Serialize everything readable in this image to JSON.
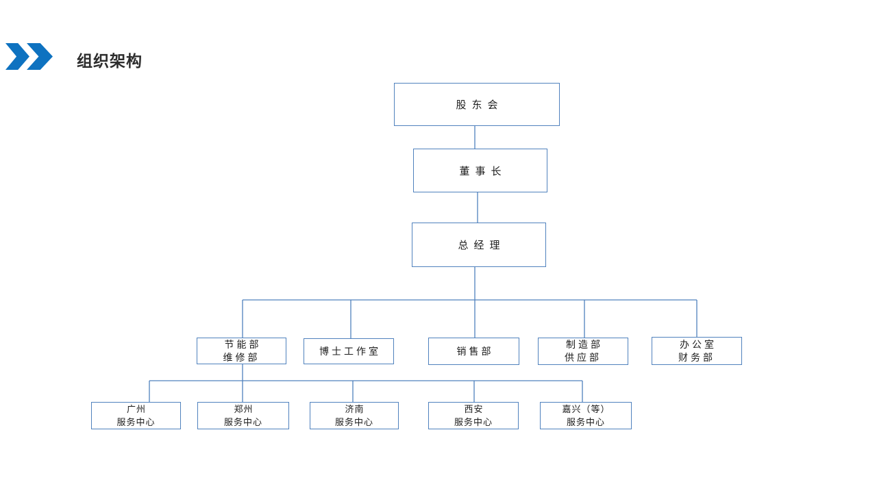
{
  "slide": {
    "title": "组织架构",
    "icon": {
      "name": "double-chevron-right",
      "color": "#0e72c0"
    },
    "colors": {
      "accent_blue": "#0e72c0",
      "box_border": "#4f81bd",
      "connector": "#4f81bd",
      "text": "#1c1c1c",
      "background": "#ffffff"
    },
    "org_chart": {
      "nodes": {
        "shareholders": {
          "label": "股东会"
        },
        "chairman": {
          "label": "董事长"
        },
        "gm": {
          "label": "总经理"
        },
        "energy_maintenance": {
          "label": "节能部\n维修部"
        },
        "doctor_studio": {
          "label": "博士工作室"
        },
        "sales": {
          "label": "销售部"
        },
        "manufacturing_supply": {
          "label": "制造部\n供应部"
        },
        "office_finance": {
          "label": "办公室\n财务部"
        },
        "guangzhou": {
          "label": "广州\n服务中心"
        },
        "zhengzhou": {
          "label": "郑州\n服务中心"
        },
        "jinan": {
          "label": "济南\n服务中心"
        },
        "xian": {
          "label": "西安\n服务中心"
        },
        "jiaxing": {
          "label": "嘉兴（等）\n服务中心"
        }
      }
    }
  }
}
